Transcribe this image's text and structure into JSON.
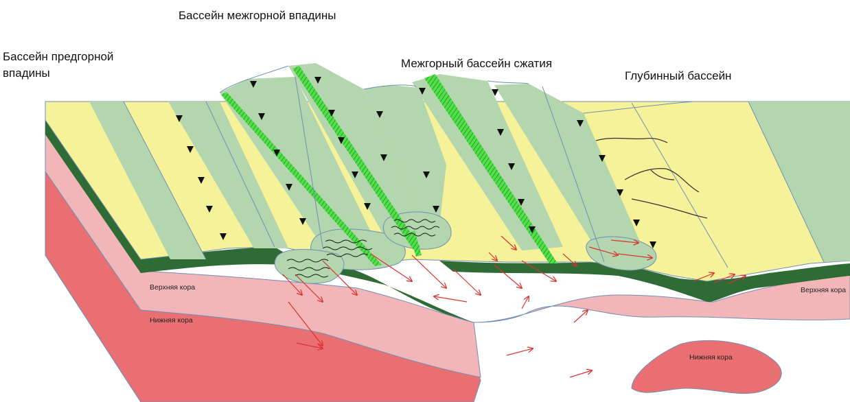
{
  "labels": {
    "intermontane_depression_basin": "Бассейн межгорной впадины",
    "foreland_basin_line1": "Бассейн предгорной",
    "foreland_basin_line2": "впадины",
    "compressional_basin": "Межгорный бассейн сжатия",
    "deep_basin": "Глубинный бассейн",
    "upper_crust_left": "Верхняя кора",
    "lower_crust_left": "Нижняя кора",
    "upper_crust_right": "Верхняя кора",
    "lower_crust_right": "Нижняя кора"
  },
  "colors": {
    "yellow_sediment": "#f6f29a",
    "green_belt": "#b3d6ae",
    "dark_green_layer": "#2f6b34",
    "upper_crust": "#f3b6b8",
    "lower_crust": "#ea6f72",
    "thrust_fault_green": "#3ed43a",
    "arrow_red": "#d9342f",
    "outline_blue": "#6f8fb3",
    "side_white": "#ffffff"
  }
}
